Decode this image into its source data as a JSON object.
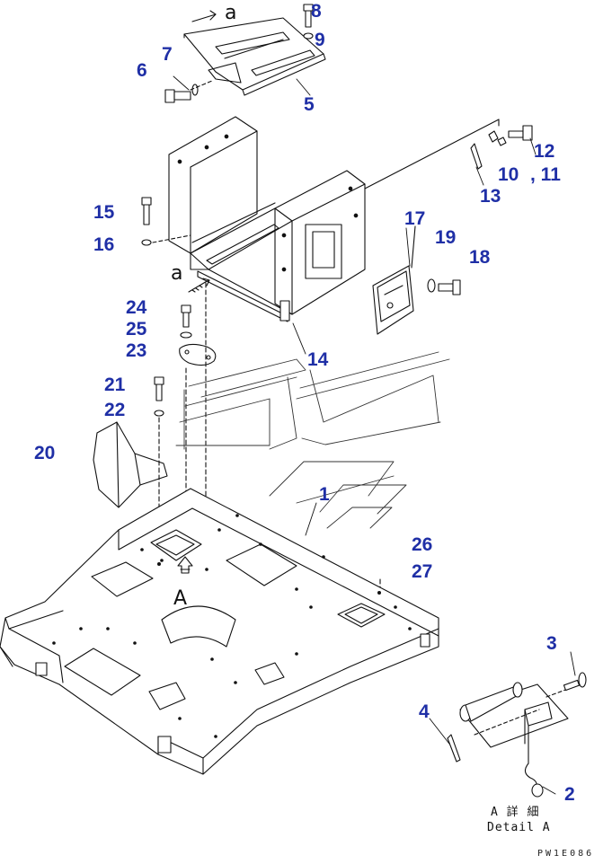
{
  "diagram": {
    "callouts": {
      "c1": "1",
      "c2": "2",
      "c3": "3",
      "c4": "4",
      "c5": "5",
      "c6": "6",
      "c7": "7",
      "c8": "8",
      "c9": "9",
      "c10": "10",
      "c11": ", 11",
      "c12": "12",
      "c13": "13",
      "c14": "14",
      "c15": "15",
      "c16": "16",
      "c17": "17",
      "c18": "18",
      "c19": "19",
      "c20": "20",
      "c21": "21",
      "c22": "22",
      "c23": "23",
      "c24": "24",
      "c25": "25",
      "c26": "26",
      "c27": "27"
    },
    "view_marks": {
      "a_top": "a",
      "a_left": "a",
      "a_arrow": "A"
    },
    "detail_caption": {
      "line1": "A 詳 細",
      "line2": "Detail A"
    },
    "drawing_code": "PW1E086",
    "line_color": "#111111",
    "callout_color": "#1f2fa6"
  }
}
